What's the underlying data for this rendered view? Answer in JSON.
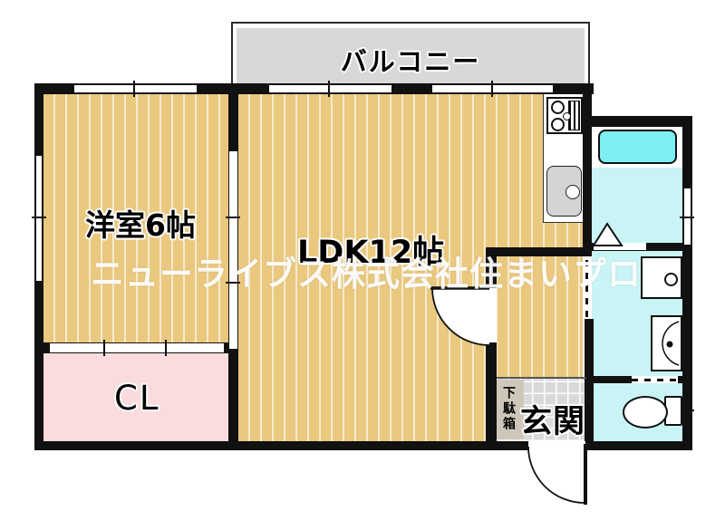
{
  "floorplan": {
    "balcony_label": "バルコニー",
    "western_room_label": "洋室6帖",
    "ldk_label": "LDK12帖",
    "closet_label": "CL",
    "entrance_label": "玄関",
    "shoe_box_label": "下駄箱",
    "watermark": "ニューライブス株式会社住まいプロ"
  },
  "colors": {
    "wood_floor": "#eac87d",
    "closet_pink": "#fadbde",
    "balcony_gray": "#d8d8d8",
    "entrance_tile_gray": "#d9d9d9",
    "shoe_box_beige": "#cec7b9",
    "wet_area_cyan": "#c9f4f6",
    "bathtub_cyan": "#7deef3",
    "sink_gray": "#d4d4d4",
    "wall_black": "#111111"
  }
}
